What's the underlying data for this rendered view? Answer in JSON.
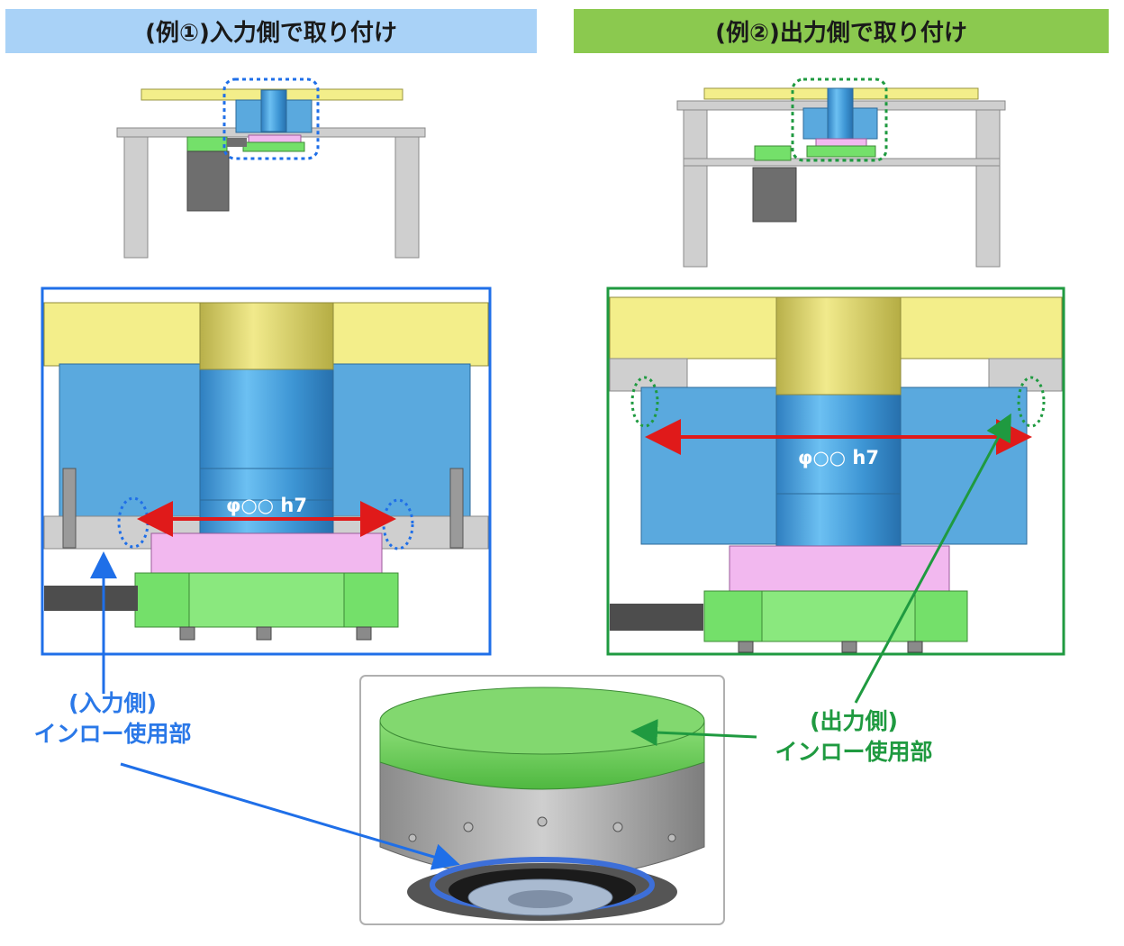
{
  "banners": {
    "left": "(例①)入力側で取り付け",
    "right": "(例②)出力側で取り付け"
  },
  "dimension_labels": {
    "left": "φ○○ h7",
    "right": "φ○○ h7"
  },
  "callouts": {
    "input_side": {
      "line1": "(入力側)",
      "line2": "インロー使用部"
    },
    "output_side": {
      "line1": "(出力側)",
      "line2": "インロー使用部"
    }
  },
  "colors": {
    "left_accent": "#1f6fe8",
    "right_accent": "#1f9a40",
    "dimension_arrow": "#e01a1a",
    "plate_yellow": "#f3ee8a",
    "reducer_blue": "#5aa9de",
    "flange_pink": "#f2b8ef",
    "ring_green": "#74e06a",
    "frame_gray": "#cfcfcf"
  }
}
